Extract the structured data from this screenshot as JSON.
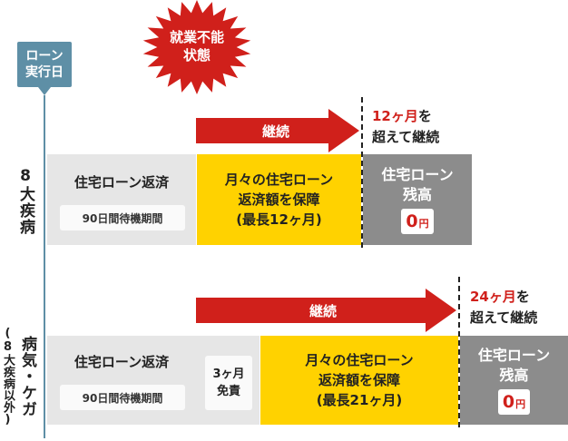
{
  "loan_start_label": [
    "ローン",
    "実行日"
  ],
  "incapacity_label": [
    "就業不能",
    "状態"
  ],
  "colors": {
    "loan_line": "#5e8fa6",
    "red": "#d0201b",
    "guarantee_yellow": "#ffd200",
    "band_gray": "#e6e6e6",
    "remain_gray": "#8c8c8c"
  },
  "rows": [
    {
      "category": "8大疾病",
      "category_sub": "",
      "repayment_title": "住宅ローン返済",
      "waiting_period": "90日間待機期間",
      "exemption": [],
      "guarantee": [
        "月々の住宅ローン",
        "返済額を保障",
        "(最長12ヶ月)"
      ],
      "remaining_title": [
        "住宅ローン",
        "残高"
      ],
      "remaining_value": "0",
      "remaining_unit": "円",
      "arrow_label": "継続",
      "beyond_highlight": "12ヶ月",
      "beyond_text_1": "を",
      "beyond_text_2": "超えて継続"
    },
    {
      "category": "病気・ケガ",
      "category_sub": "(8大疾病以外)",
      "repayment_title": "住宅ローン返済",
      "waiting_period": "90日間待機期間",
      "exemption": [
        "3ヶ月",
        "免責"
      ],
      "guarantee": [
        "月々の住宅ローン",
        "返済額を保障",
        "(最長21ヶ月)"
      ],
      "remaining_title": [
        "住宅ローン",
        "残高"
      ],
      "remaining_value": "0",
      "remaining_unit": "円",
      "arrow_label": "継続",
      "beyond_highlight": "24ヶ月",
      "beyond_text_1": "を",
      "beyond_text_2": "超えて継続"
    }
  ]
}
